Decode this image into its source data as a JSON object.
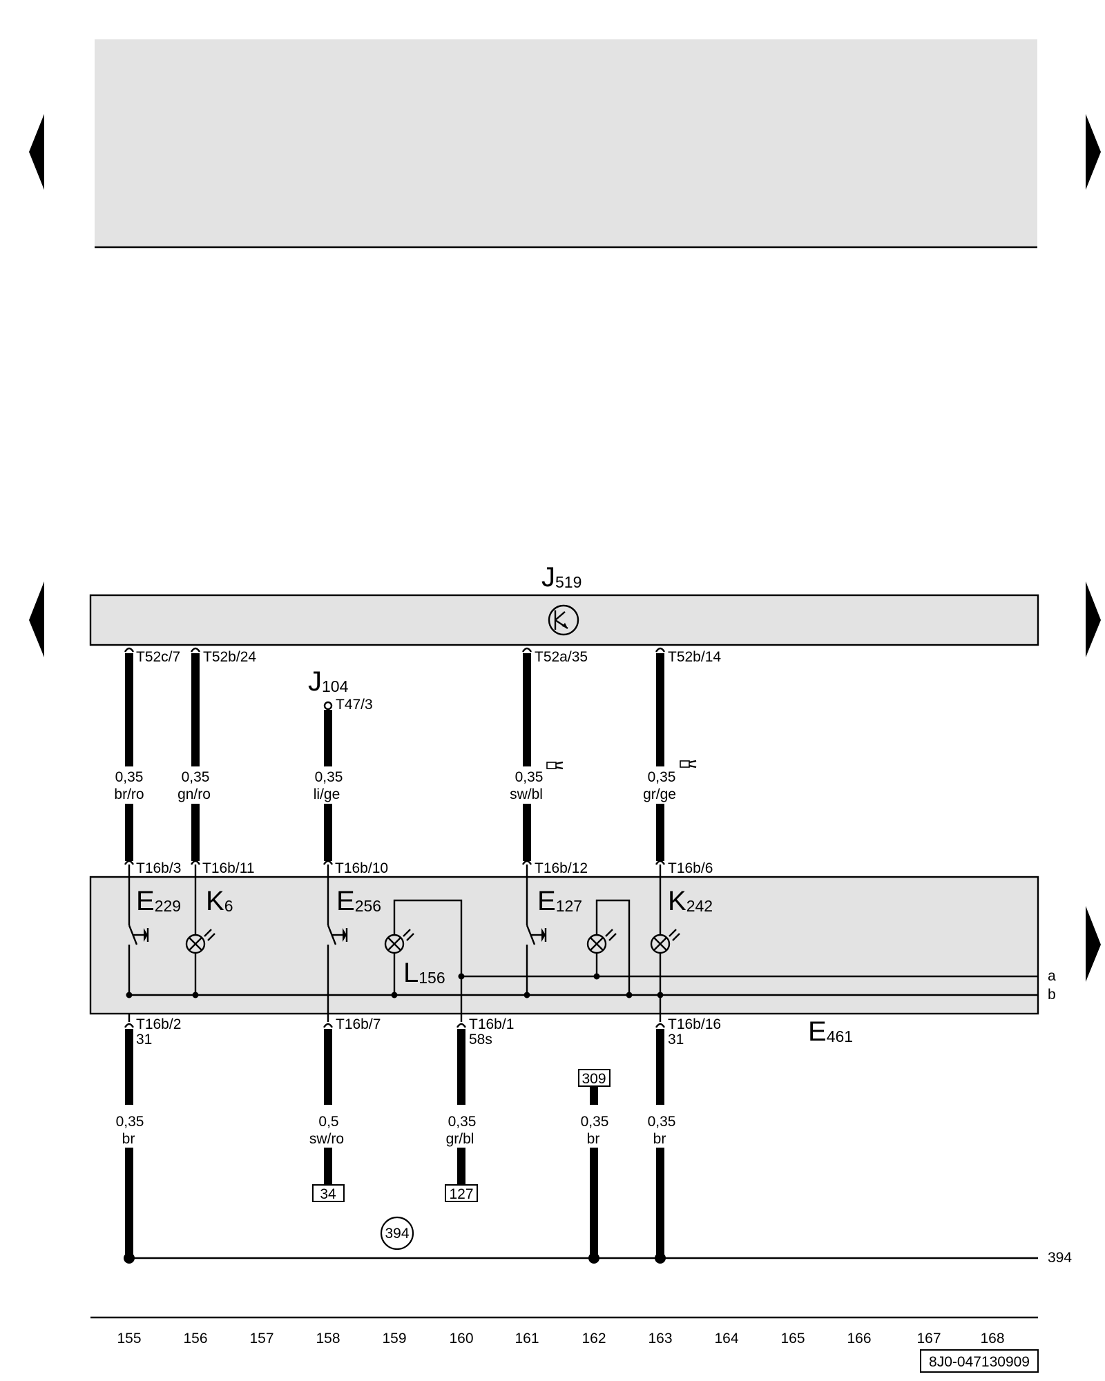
{
  "header_panel": {
    "fill": "#e3e3e3"
  },
  "control_unit": {
    "name": "J",
    "sub": "519"
  },
  "relay": {
    "name": "J",
    "sub": "104",
    "pin": "T47/3"
  },
  "panel": {
    "name": "E",
    "sub": "461"
  },
  "upper_wires": [
    {
      "pin_top": "T52c/7",
      "size": "0,35",
      "color": "br/ro",
      "pin_bottom": "T16b/3"
    },
    {
      "pin_top": "T52b/24",
      "size": "0,35",
      "color": "gn/ro",
      "pin_bottom": "T16b/11"
    },
    {
      "pin_top": "",
      "size": "0,35",
      "color": "li/ge",
      "pin_bottom": "T16b/10"
    },
    {
      "pin_top": "T52a/35",
      "size": "0,35",
      "color": "sw/bl",
      "pin_bottom": "T16b/12"
    },
    {
      "pin_top": "T52b/14",
      "size": "0,35",
      "color": "gr/ge",
      "pin_bottom": "T16b/6"
    }
  ],
  "components": [
    {
      "name": "E",
      "sub": "229",
      "icon": "push-switch-icon"
    },
    {
      "name": "K",
      "sub": "6",
      "icon": "warning-lamp-icon"
    },
    {
      "name": "E",
      "sub": "256",
      "icon": "push-switch-icon"
    },
    {
      "name": "L",
      "sub": "156",
      "icon": "bulb-icon"
    },
    {
      "name": "E",
      "sub": "127",
      "icon": "push-switch-icon"
    },
    {
      "name": "K",
      "sub": "242",
      "icon": "warning-lamp-icon"
    }
  ],
  "rails": {
    "a": "a",
    "b": "b"
  },
  "lower_wires": [
    {
      "pin": "T16b/2",
      "terminal": "31",
      "size": "0,35",
      "color": "br"
    },
    {
      "pin": "T16b/7",
      "terminal": "",
      "size": "0,5",
      "color": "sw/ro",
      "ref": "34"
    },
    {
      "pin": "T16b/1",
      "terminal": "58s",
      "size": "0,35",
      "color": "gr/bl",
      "ref": "127"
    },
    {
      "pin": "",
      "terminal": "",
      "size": "0,35",
      "color": "br",
      "ref_top": "309"
    },
    {
      "pin": "T16b/16",
      "terminal": "31",
      "size": "0,35",
      "color": "br"
    }
  ],
  "ground": {
    "circle": "394",
    "label": "394"
  },
  "tracks": [
    "155",
    "156",
    "157",
    "158",
    "159",
    "160",
    "161",
    "162",
    "163",
    "164",
    "165",
    "166",
    "167",
    "168"
  ],
  "doc_number": "8J0-047130909"
}
